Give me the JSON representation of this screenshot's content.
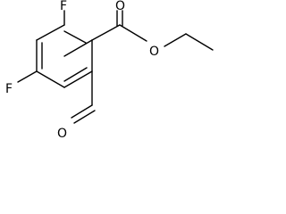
{
  "molecule": {
    "atom_labels": {
      "fluorine_top": "F",
      "fluorine_left": "F",
      "carbonyl_oxygen": "O",
      "ester_oxygen": "O",
      "aldehyde_oxygen": "O"
    },
    "bond_color": "#000000",
    "background": "#ffffff"
  }
}
